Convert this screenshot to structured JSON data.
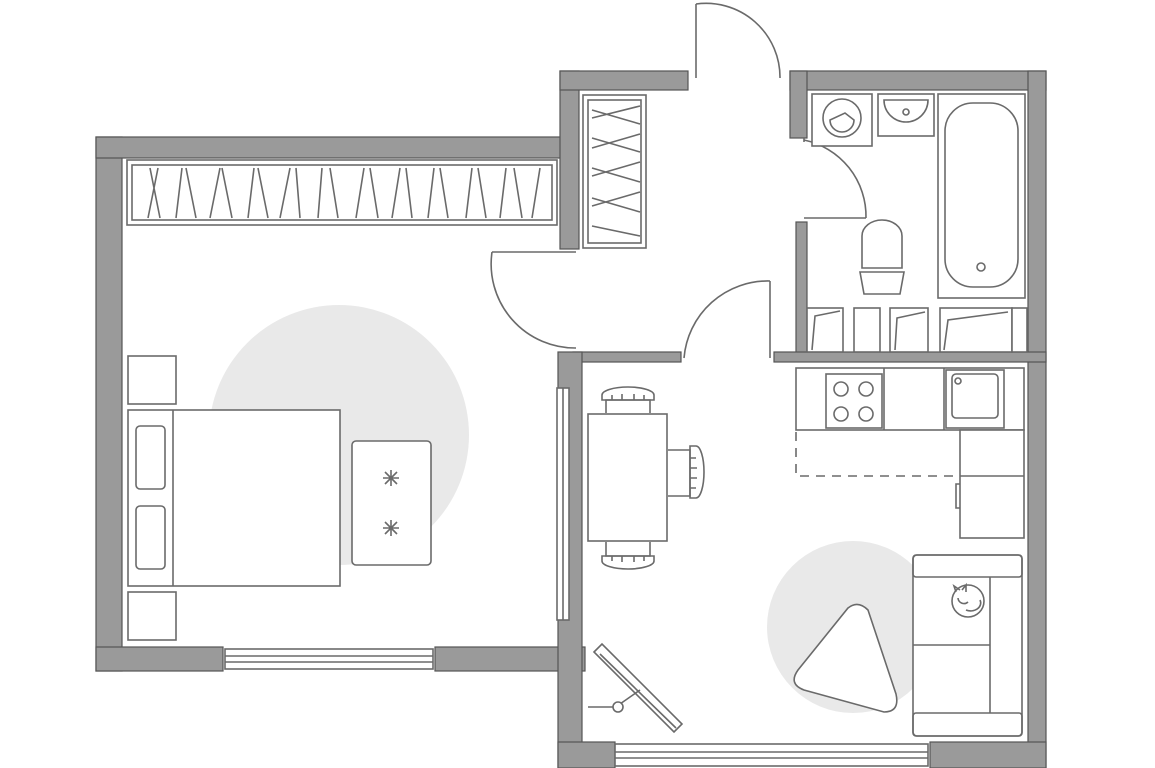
{
  "plan": {
    "colors": {
      "wall": "#9a9a9a",
      "wall_outline": "#555555",
      "furniture_stroke": "#6a6a6a",
      "rug": "#e9e9e9",
      "background": "#ffffff"
    },
    "rooms": [
      "bedroom",
      "hallway",
      "bathroom",
      "storage",
      "kitchen-living-room"
    ],
    "icons": [
      "wardrobe-icon",
      "bed-icon",
      "nightstand-icon",
      "coffee-table-icon",
      "washing-machine-icon",
      "sink-icon",
      "bathtub-icon",
      "toilet-icon",
      "stove-icon",
      "kitchen-sink-icon",
      "dining-table-icon",
      "chair-icon",
      "sofa-icon",
      "cat-icon",
      "armchair-icon",
      "easel-icon",
      "door-swing-icon",
      "window-icon",
      "rug-icon"
    ]
  }
}
